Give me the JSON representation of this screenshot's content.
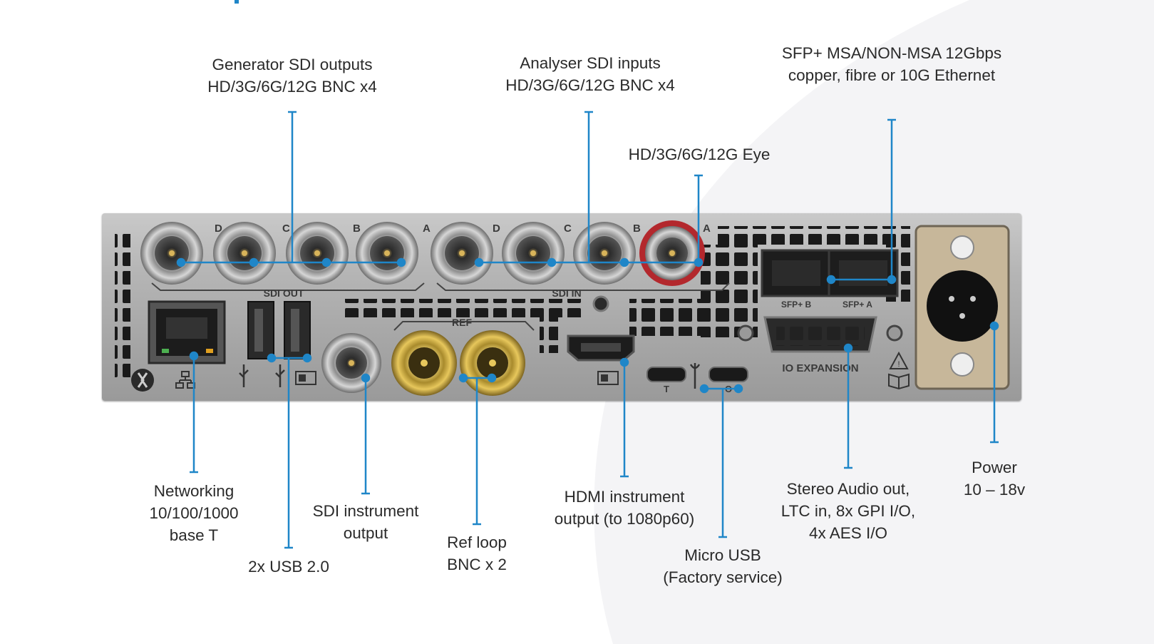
{
  "colors": {
    "leader": "#1f86c8",
    "text": "#2a2a2a",
    "panel": "#b3b3b3",
    "gold": "#c9a43a",
    "red_ring": "#b3282d"
  },
  "labels": {
    "generator": {
      "line1": "Generator SDI outputs",
      "line2": "HD/3G/6G/12G BNC x4"
    },
    "analyser": {
      "line1": "Analyser SDI inputs",
      "line2": "HD/3G/6G/12G BNC x4"
    },
    "sfp": {
      "line1": "SFP+ MSA/NON-MSA 12Gbps",
      "line2": "copper, fibre or 10G Ethernet"
    },
    "eye": {
      "line1": "HD/3G/6G/12G Eye"
    },
    "networking": {
      "line1": "Networking",
      "line2": "10/100/1000",
      "line3": "base T"
    },
    "usb": {
      "line1": "2x USB 2.0"
    },
    "sdi_instrument": {
      "line1": "SDI instrument",
      "line2": "output"
    },
    "ref_loop": {
      "line1": "Ref loop",
      "line2": "BNC x 2"
    },
    "hdmi": {
      "line1": "HDMI instrument",
      "line2": "output (to 1080p60)"
    },
    "micro_usb": {
      "line1": "Micro USB",
      "line2": "(Factory service)"
    },
    "stereo": {
      "line1": "Stereo Audio out,",
      "line2": "LTC in, 8x GPI I/O,",
      "line3": "4x AES I/O"
    },
    "power": {
      "line1": "Power",
      "line2": "10 – 18v"
    }
  },
  "panel": {
    "sdi_out": "SDI OUT",
    "sdi_in": "SDI IN",
    "ref": "REF",
    "sfp_b": "SFP+ B",
    "sfp_a": "SFP+ A",
    "io_expansion": "IO EXPANSION",
    "micro_t": "T",
    "micro_o": "O",
    "bnc_letters": [
      "D",
      "C",
      "B",
      "A",
      "D",
      "C",
      "B",
      "A"
    ]
  },
  "icons": [
    "network-icon",
    "usb-icon",
    "display-icon",
    "wrench-icon",
    "warning-icon",
    "manual-icon",
    "brand-logo-icon"
  ]
}
